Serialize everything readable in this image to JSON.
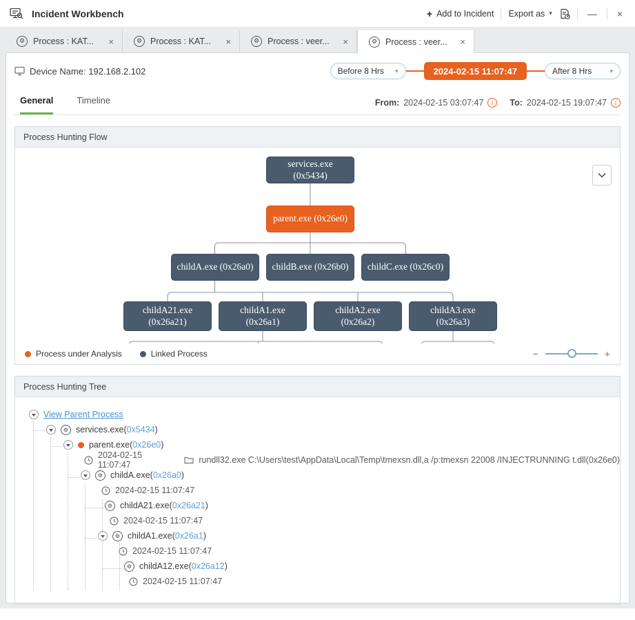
{
  "icons": {
    "plus": "+",
    "caret_down": "▾",
    "minimize": "—",
    "close": "×",
    "gear": "⚙",
    "info": "i",
    "zoom_out": "−",
    "zoom_in": "+"
  },
  "header": {
    "title": "Incident Workbench",
    "add_to_incident": "Add to Incident",
    "export_as": "Export as"
  },
  "tabs": [
    {
      "label": "Process : KAT..."
    },
    {
      "label": "Process : KAT..."
    },
    {
      "label": "Process : veer..."
    },
    {
      "label": "Process : veer..."
    }
  ],
  "toolbar": {
    "device_label": "Device Name: 192.168.2.102",
    "before": "Before 8 Hrs",
    "pivot_time": "2024-02-15 11:07:47",
    "after": "After 8 Hrs"
  },
  "view_tabs": {
    "general": "General",
    "timeline": "Timeline"
  },
  "time_range": {
    "from_label": "From:",
    "from_value": "2024-02-15 03:07:47",
    "to_label": "To:",
    "to_value": "2024-02-15 19:07:47"
  },
  "flow": {
    "title": "Process Hunting Flow",
    "colors": {
      "analysis": "#e8611f",
      "linked": "#4a5b6e"
    },
    "nodes": {
      "services": {
        "line1": "services.exe",
        "line2": "(0x5434)"
      },
      "parent": {
        "line1": "parent.exe (0x26e0)"
      },
      "childA": {
        "line1": "childA.exe (0x26a0)"
      },
      "childB": {
        "line1": "childB.exe (0x26b0)"
      },
      "childC": {
        "line1": "childC.exe (0x26c0)"
      },
      "childA21": {
        "line1": "childA21.exe",
        "line2": "(0x26a21)"
      },
      "childA1": {
        "line1": "childA1.exe",
        "line2": "(0x26a1)"
      },
      "childA2": {
        "line1": "childA2.exe",
        "line2": "(0x26a2)"
      },
      "childA3": {
        "line1": "childA3.exe",
        "line2": "(0x26a3)"
      }
    },
    "legend": [
      {
        "label": "Process under Analysis",
        "color": "#e8611f"
      },
      {
        "label": "Linked Process",
        "color": "#4a5b6e"
      }
    ]
  },
  "tree": {
    "title": "Process Hunting Tree",
    "parent_link": "View Parent Process",
    "rows": [
      {
        "prefix": "services.exe(",
        "pid": "0x5434",
        "suffix": ")"
      },
      {
        "prefix": "parent.exe(",
        "pid": "0x26e0",
        "suffix": ")"
      },
      {
        "time": "2024-02-15 11:07:47",
        "command": "rundll32.exe C:\\Users\\test\\AppData\\Local\\Temp\\tmexsn.dll,a /p:tmexsn 22008 /INJECTRUNNING t.dll(0x26e0)"
      },
      {
        "prefix": "childA.exe(",
        "pid": "0x26a0",
        "suffix": ")"
      },
      {
        "time": "2024-02-15 11:07:47"
      },
      {
        "prefix": "childA21.exe(",
        "pid": "0x26a21",
        "suffix": ")"
      },
      {
        "time": "2024-02-15 11:07:47"
      },
      {
        "prefix": "childA1.exe(",
        "pid": "0x26a1",
        "suffix": ")"
      },
      {
        "time": "2024-02-15 11:07:47"
      },
      {
        "prefix": "childA12.exe(",
        "pid": "0x26a12",
        "suffix": ")"
      },
      {
        "time": "2024-02-15 11:07:47"
      }
    ]
  }
}
